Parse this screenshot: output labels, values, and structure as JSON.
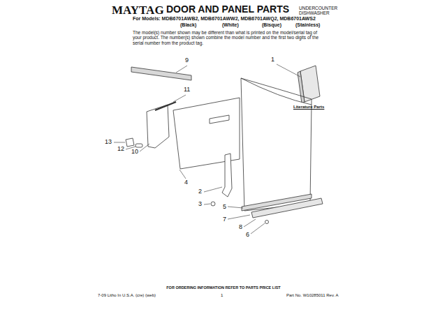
{
  "diagram": {
    "title": "DOOR AND PANEL PARTS",
    "labels": [
      "MAYTAG",
      "For Models: MDB6701AWB2, MDB6701AWW2, MDB6701AWQ2, MDB6701AWS2",
      "(Black)",
      "(White)",
      "(Bisque)",
      "(Stainless)",
      "UNDERCOUNTER DISHWASHER",
      "The model(s) number shown may be different than what is printed on the model/serial tag of your product. The number(s) shown combine the model number and the first two digits of the serial number from the product tag.",
      "1",
      "Literature Parts",
      "9",
      "11",
      "13",
      "12",
      "10",
      "4",
      "2",
      "3",
      "5",
      "7",
      "8",
      "6",
      "FOR ORDERING INFORMATION REFER TO PARTS PRICE LIST",
      "7-09 Litho In U.S.A. (cre) (web)",
      "1",
      "Part No. W10285011 Rev. A"
    ]
  }
}
